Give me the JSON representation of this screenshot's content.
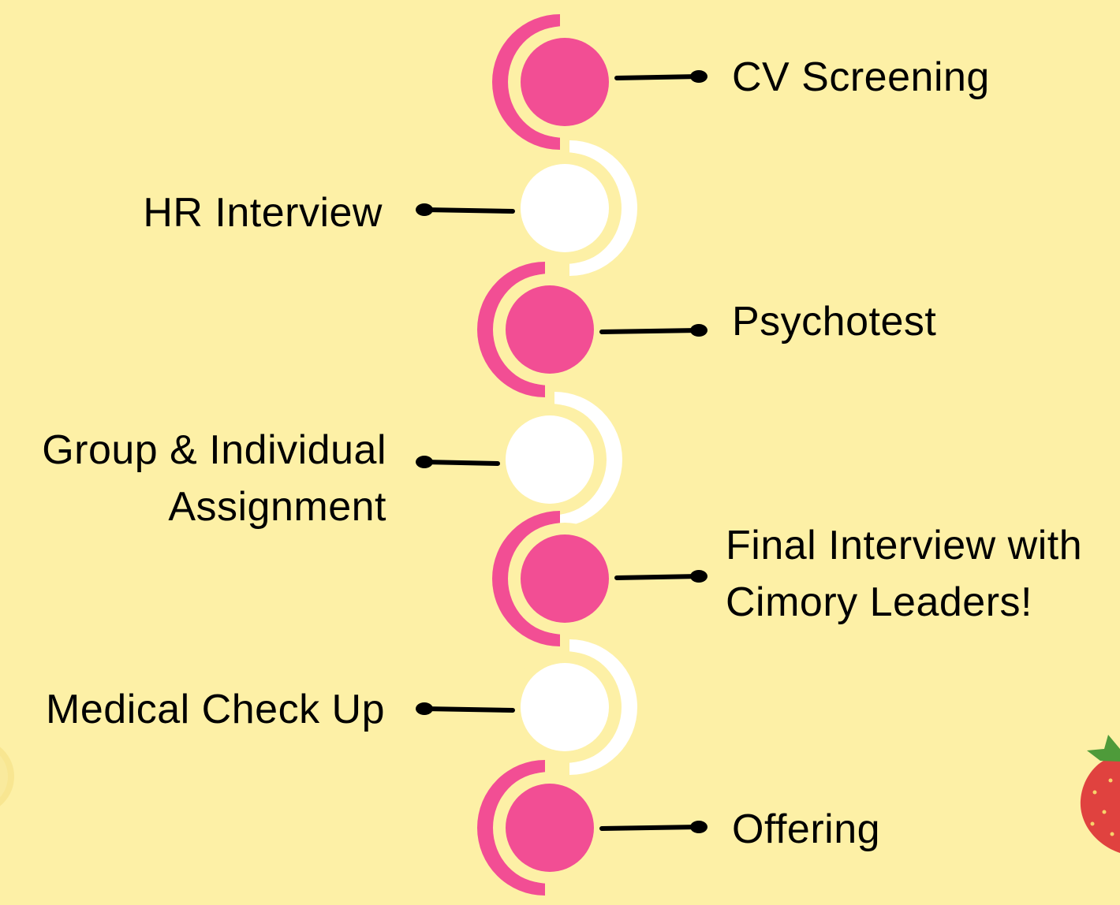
{
  "colors": {
    "background": "#FDF0A6",
    "pink": "#F24E94",
    "white": "#FFFFFF",
    "connector": "#000000"
  },
  "steps": [
    {
      "label": "CV Screening",
      "color": "pink"
    },
    {
      "label": "HR Interview",
      "color": "white"
    },
    {
      "label": "Psychotest",
      "color": "pink"
    },
    {
      "label": "Group & Individual Assignment",
      "color": "white"
    },
    {
      "label": "Final Interview with Cimory Leaders!",
      "color": "pink"
    },
    {
      "label": "Medical Check Up",
      "color": "white"
    },
    {
      "label": "Offering",
      "color": "pink"
    }
  ],
  "decorations": [
    "strawberry-icon",
    "lemon-slice-icon"
  ]
}
